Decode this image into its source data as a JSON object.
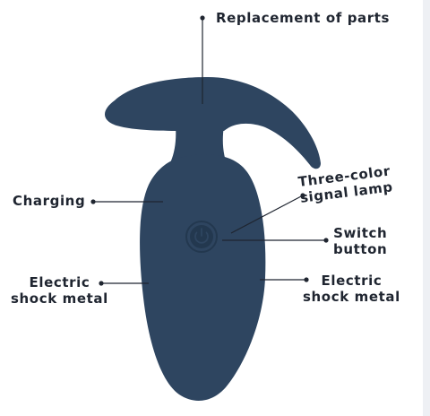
{
  "colors": {
    "body": "#2e4560",
    "line": "#1f2530",
    "text": "#1f2530",
    "ring": "#23384f"
  },
  "icons": {
    "power": "power-icon"
  },
  "labels": {
    "replacement": "Replacement of parts",
    "charging": "Charging",
    "lamp_line1": "Three-color",
    "lamp_line2": "signal lamp",
    "switch_line1": "Switch",
    "switch_line2": "button",
    "metal_left_line1": "Electric",
    "metal_left_line2": "shock metal",
    "metal_right_line1": "Electric",
    "metal_right_line2": "shock metal"
  }
}
